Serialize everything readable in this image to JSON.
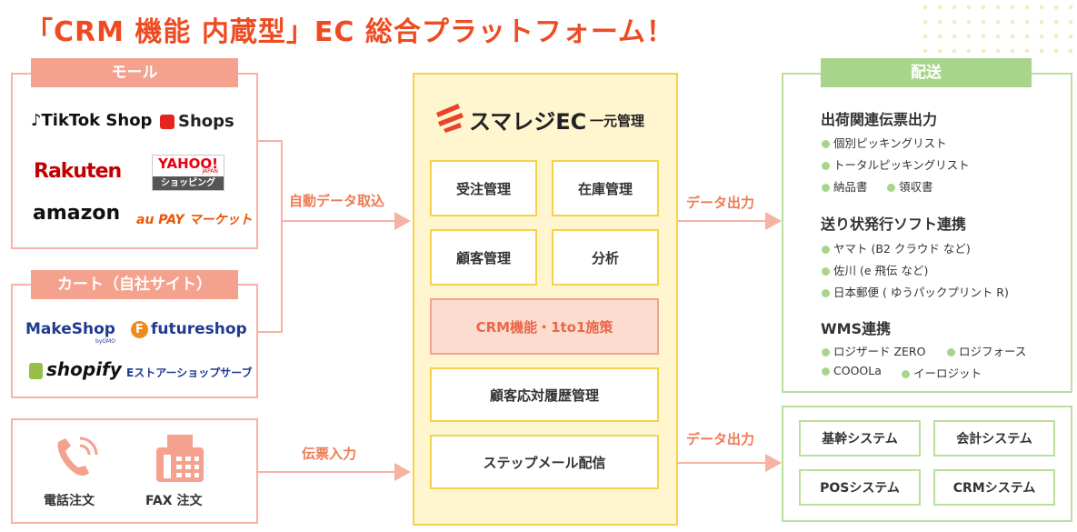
{
  "title": "「CRM 機能 内蔵型」EC 総合プラットフォーム！",
  "colors": {
    "accent": "#ef4b22",
    "pink": "#f4a18d",
    "green": "#a9d58a",
    "yellow": "#f5d24a"
  },
  "mall": {
    "label": "モール",
    "logos": [
      "TikTok Shop",
      "Shops",
      "Rakuten",
      "YAHOO!",
      "JAPAN",
      "ショッピング",
      "amazon",
      "au PAY マーケット"
    ]
  },
  "cart": {
    "label": "カート（自社サイト）",
    "logos": [
      "MakeShop",
      "byGMO",
      "futureshop",
      "shopify",
      "Eストアーショップサーブ"
    ]
  },
  "phonefax": {
    "phone_label": "電話注文",
    "fax_label": "FAX 注文"
  },
  "arrows": {
    "auto_import": "自動データ取込",
    "slip_input": "伝票入力",
    "data_output_1": "データ出力",
    "data_output_2": "データ出力"
  },
  "center": {
    "brand": "スマレジEC",
    "brand_suffix": "一元管理",
    "cells": [
      "受注管理",
      "在庫管理",
      "顧客管理",
      "分析",
      "CRM機能・1to1施策",
      "顧客応対履歴管理",
      "ステップメール配信"
    ]
  },
  "delivery": {
    "label": "配送",
    "sections": [
      {
        "title": "出荷関連伝票出力",
        "items": [
          "個別ピッキングリスト",
          "トータルピッキングリスト",
          "納品書",
          "領収書"
        ]
      },
      {
        "title": "送り状発行ソフト連携",
        "items": [
          "ヤマト (B2 クラウド など)",
          "佐川 (e 飛伝 など)",
          "日本郵便 ( ゆうパックプリント R)"
        ]
      },
      {
        "title": "WMS連携",
        "items": [
          "ロジザード ZERO",
          "ロジフォース",
          "COOOLa",
          "イーロジット"
        ]
      }
    ]
  },
  "systems": [
    "基幹システム",
    "会計システム",
    "POSシステム",
    "CRMシステム"
  ]
}
